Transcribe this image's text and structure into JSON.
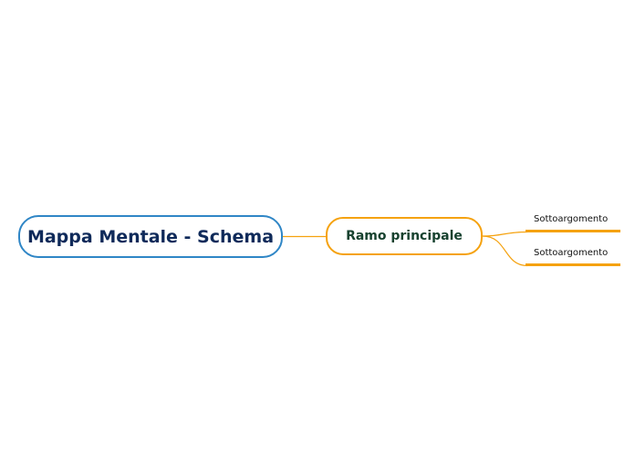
{
  "mindmap": {
    "central_topic": "Mappa Mentale - Schema",
    "main_branch": "Ramo principale",
    "subtopics": [
      "Sottoargomento",
      "Sottoargomento"
    ]
  },
  "colors": {
    "central_border": "#2f86c6",
    "central_text": "#0f2a5a",
    "branch_border": "#f5a20f",
    "branch_text": "#17422f",
    "connector": "#f5a20f"
  }
}
